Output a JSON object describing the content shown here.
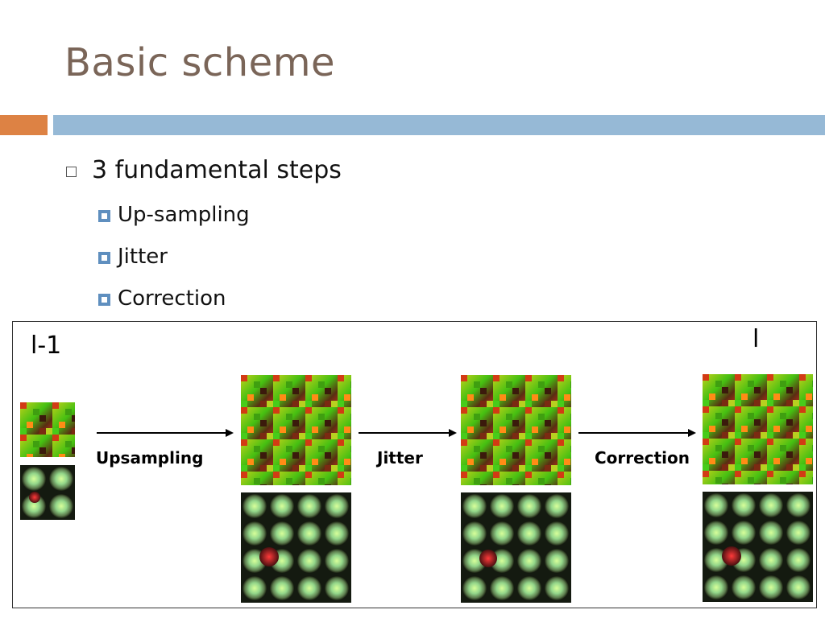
{
  "slide": {
    "title": "Basic scheme",
    "bullets": {
      "main": "3 fundamental steps",
      "sub": [
        "Up-sampling",
        "Jitter",
        "Correction"
      ]
    }
  },
  "diagram": {
    "level_prev": "l-1",
    "level_curr": "l",
    "steps": [
      "Upsampling",
      "Jitter",
      "Correction"
    ]
  },
  "colors": {
    "title": "#7a6558",
    "accent_orange": "#dd8244",
    "accent_blue": "#96b9d6",
    "bullet_blue": "#5f8fbf"
  }
}
